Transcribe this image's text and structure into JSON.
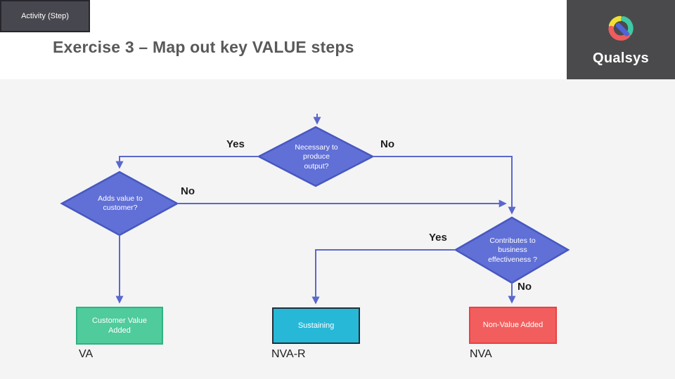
{
  "slide": {
    "title": "Exercise 3 – Map out key VALUE steps"
  },
  "logo": {
    "brand": "Qualsys",
    "icon": "qualsys-q-icon"
  },
  "flowchart": {
    "start": {
      "label": "Activity (Step)"
    },
    "decisions": {
      "necessary": {
        "label": "Necessary to produce output?"
      },
      "adds_value": {
        "label": "Adds value to customer?"
      },
      "contributes": {
        "label": "Contributes to business effectiveness ?"
      }
    },
    "branches": {
      "necessary_yes": "Yes",
      "necessary_no": "No",
      "adds_value_no": "No",
      "contributes_yes": "Yes",
      "contributes_no": "No"
    },
    "outcomes": {
      "customer_value": {
        "label": "Customer Value Added",
        "code": "VA"
      },
      "sustaining": {
        "label": "Sustaining",
        "code": "NVA-R"
      },
      "non_value": {
        "label": "Non-Value Added",
        "code": "NVA"
      }
    }
  },
  "colors": {
    "title_text": "#595959",
    "header_bg": "#ffffff",
    "canvas_bg": "#f4f4f5",
    "logo_bg": "#4a4a4c",
    "activity_fill": "#47474f",
    "activity_border": "#26262c",
    "diamond_fill": "#6170d6",
    "diamond_border": "#4758c0",
    "connector": "#5a68cc",
    "outcome_green": "#4fcb9c",
    "outcome_green_border": "#2fb285",
    "outcome_teal": "#27b8d8",
    "outcome_teal_border": "#22303a",
    "outcome_red": "#f25e5e",
    "outcome_red_border": "#ea4141",
    "branch_label_text": "#1d1d1d",
    "logo_yellow": "#f0e032",
    "logo_teal": "#3fc9a4",
    "logo_red": "#ef5c5e",
    "logo_blue": "#5064d8"
  }
}
